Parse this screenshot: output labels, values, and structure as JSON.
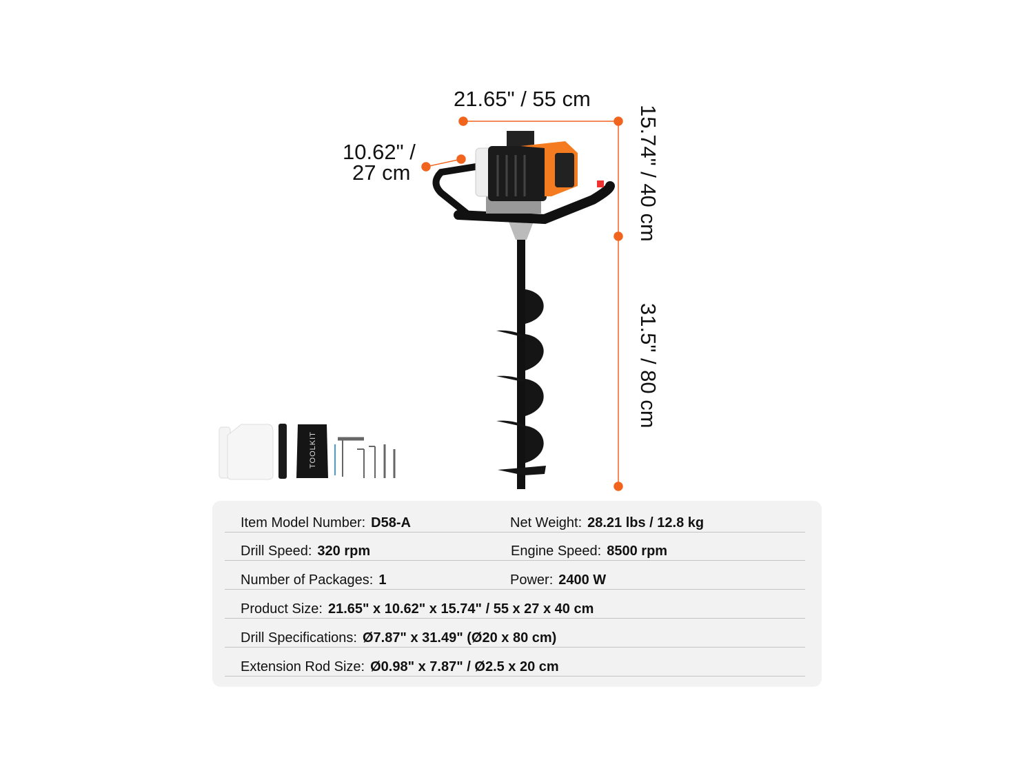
{
  "dimensions": {
    "width": "21.65\" / 55 cm",
    "depth_line1": "10.62\" /",
    "depth_line2": "27 cm",
    "height": "15.74\" / 40 cm",
    "drill_length": "31.5\" / 80 cm"
  },
  "accessories": {
    "toolkit_bag_text": "TOOLKIT"
  },
  "colors": {
    "dimension_line": "#f0641e",
    "engine_orange": "#f47b20",
    "panel_bg": "#f2f2f2"
  },
  "specs": {
    "rows": [
      {
        "left": {
          "label": "Item Model Number:",
          "value": "D58-A"
        },
        "right": {
          "label": "Net Weight:",
          "value": "28.21 lbs / 12.8 kg"
        }
      },
      {
        "left": {
          "label": "Drill Speed:",
          "value": "320 rpm"
        },
        "right": {
          "label": "Engine Speed:",
          "value": "8500 rpm"
        }
      },
      {
        "left": {
          "label": "Number of Packages:",
          "value": "1"
        },
        "right": {
          "label": "Power:",
          "value": "2400 W"
        }
      },
      {
        "left": {
          "label": "Product Size:",
          "value": "21.65\" x 10.62\" x 15.74\" / 55 x 27 x 40 cm"
        }
      },
      {
        "left": {
          "label": "Drill Specifications:",
          "value": "Ø7.87\" x 31.49\" (Ø20 x 80 cm)"
        }
      },
      {
        "left": {
          "label": "Extension Rod Size:",
          "value": "Ø0.98\" x 7.87\" / Ø2.5 x 20 cm"
        }
      }
    ]
  }
}
